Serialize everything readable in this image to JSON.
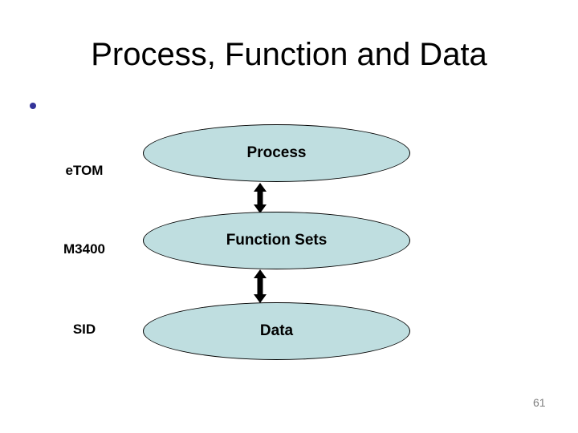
{
  "slide": {
    "title": "Process, Function and Data",
    "page_number": "61"
  },
  "diagram": {
    "rows": [
      {
        "framework": "eTOM",
        "node": "Process"
      },
      {
        "framework": "M3400",
        "node": "Function Sets"
      },
      {
        "framework": "SID",
        "node": "Data"
      }
    ],
    "connectors": [
      {
        "from": "Process",
        "to": "Function Sets",
        "type": "double-arrow"
      },
      {
        "from": "Function Sets",
        "to": "Data",
        "type": "double-arrow"
      }
    ]
  },
  "colors": {
    "ellipse_fill": "#bfdee0",
    "ellipse_border": "#000000",
    "bullet": "#333399",
    "title_text": "#000000",
    "page_number_text": "#7f7f7f",
    "arrow": "#000000"
  }
}
